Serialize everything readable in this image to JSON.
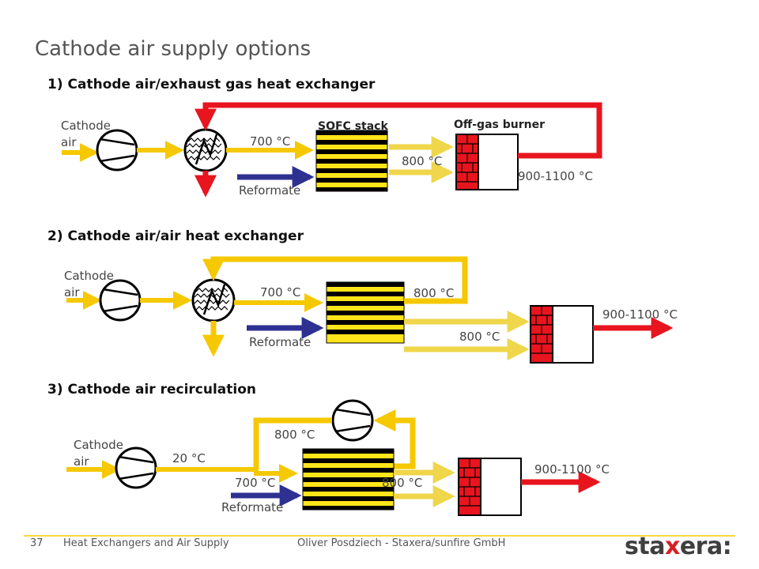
{
  "title": "Cathode air supply options",
  "sections": [
    {
      "heading": "1) Cathode air/exhaust gas heat exchanger",
      "inlet_label": "Cathode\nair",
      "t_stack_in": "700 °C",
      "stack_label": "SOFC stack",
      "burner_label": "Off-gas burner",
      "t_stack_out": "800 °C",
      "t_burner_out": "900-1100 °C",
      "reformate": "Reformate"
    },
    {
      "heading": "2) Cathode air/air heat exchanger",
      "inlet_label": "Cathode\nair",
      "t_stack_in": "700 °C",
      "t_stack_out_top": "800 °C",
      "t_stack_out": "800 °C",
      "t_burner_out": "900-1100 °C",
      "reformate": "Reformate"
    },
    {
      "heading": "3) Cathode air recirculation",
      "inlet_label": "Cathode\nair",
      "t_inlet": "20 °C",
      "t_recirc": "800 °C",
      "t_stack_in": "700 °C",
      "t_stack_out": "800 °C",
      "t_burner_out": "900-1100 °C",
      "reformate": "Reformate"
    }
  ],
  "footer": {
    "page_number": "37",
    "left": "Heat Exchangers and Air Supply",
    "center": "Oliver Posdziech - Staxera/sunfire GmbH",
    "logo_part1": "sta",
    "logo_x": "x",
    "logo_part2": "era:"
  },
  "colors": {
    "air": "#f5c800",
    "air_light": "#efd64a",
    "exhaust": "#e8141e",
    "reformate": "#2e3192",
    "stack_dark": "#000000",
    "stack_light": "#ffe51a"
  }
}
